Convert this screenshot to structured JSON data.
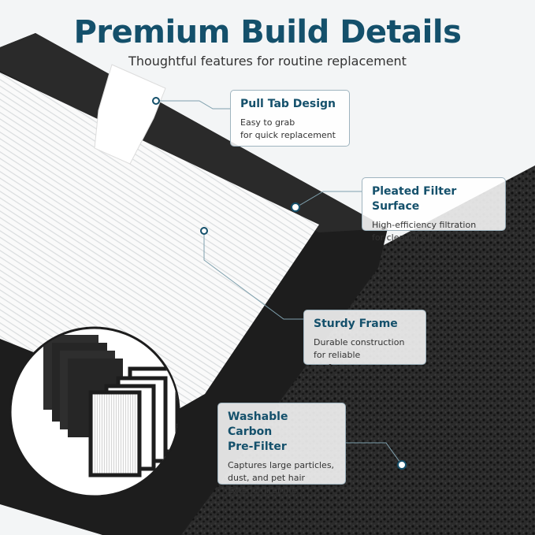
{
  "header": {
    "title": "Premium Build Details",
    "subtitle": "Thoughtful features for routine replacement"
  },
  "callouts": {
    "pull_tab": {
      "title": "Pull Tab Design",
      "desc": "Easy to grab\nfor quick replacement"
    },
    "pleated": {
      "title": "Pleated Filter Surface",
      "desc": "High-efficiency filtration\nfor cleaner air"
    },
    "frame": {
      "title": "Sturdy Frame",
      "desc": "Durable construction\nfor reliable performance"
    },
    "carbon": {
      "title": "Washable Carbon\nPre-Filter",
      "desc": "Captures large particles,\ndust, and pet hair\nExtend filter life"
    }
  },
  "colors": {
    "accent": "#14506b",
    "frame": "#1c1c1c",
    "filter_media": "#f7f7f7",
    "carbon_foam": "#2a2a2a"
  }
}
